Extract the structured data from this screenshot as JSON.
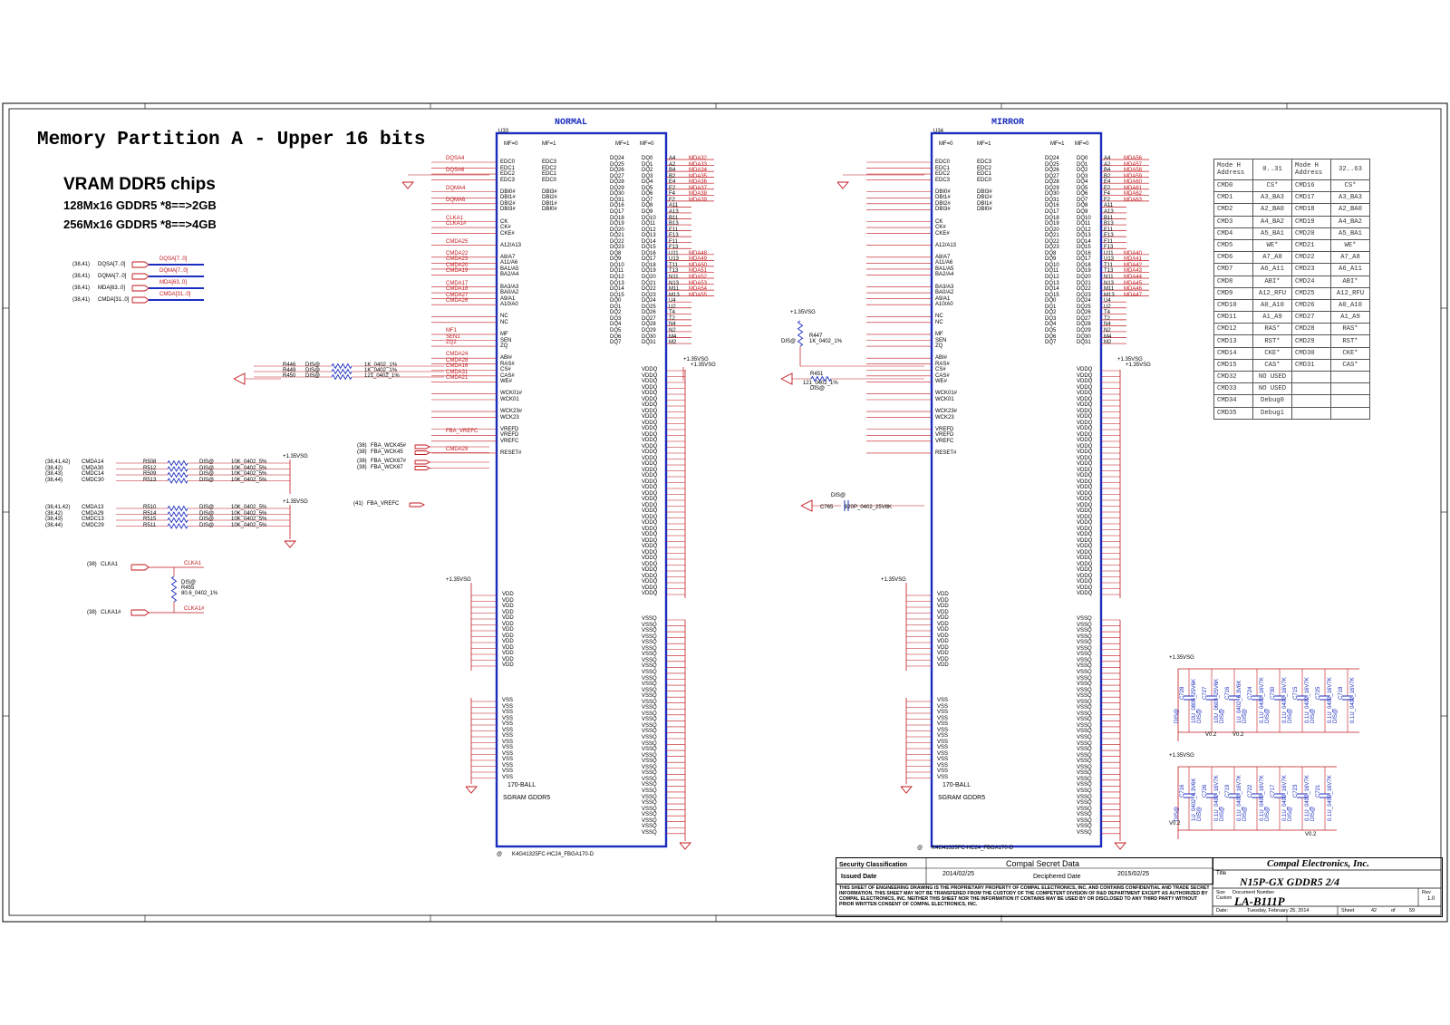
{
  "page_title": "Memory Partition A - Upper 16 bits",
  "vram": {
    "title": "VRAM DDR5 chips",
    "line1": "128Mx16 GDDR5 *8==>2GB",
    "line2": "256Mx16 GDDR5 *8==>4GB"
  },
  "chip_normal": {
    "label": "NORMAL",
    "ref": "U33",
    "mf0": "MF=0",
    "mf1": "MF=1",
    "type": "170-BALL",
    "name": "SGRAM GDDR5",
    "part": "K4G41325FC-HC24_FBGA170-D",
    "at": "@"
  },
  "chip_mirror": {
    "label": "MIRROR",
    "ref": "U34",
    "mf0": "MF=0",
    "mf1": "MF=1",
    "type": "170-BALL",
    "name": "SGRAM GDDR5",
    "part": "K4G41325FC-HC24_FBGA170-D",
    "at": "@"
  },
  "pins": {
    "normal_left_signals": [
      "EDC0",
      "EDC1",
      "EDC2",
      "EDC3",
      "",
      "DBI0#",
      "DBI1#",
      "DBI2#",
      "DBI3#",
      "",
      "CK",
      "CK#",
      "CKE#",
      "",
      "A12/A13",
      "",
      "A8/A7",
      "A11/A6",
      "BA1/A5",
      "BA2/A4",
      "",
      "BA3/A3",
      "BA0/A2",
      "A9/A1",
      "A10/A0",
      "",
      "NC",
      "NC",
      "",
      "MF",
      "SEN",
      "ZQ",
      "",
      "ABI#",
      "RAS#",
      "CS#",
      "CAS#",
      "WE#",
      "",
      "WCK01#",
      "WCK01",
      "",
      "WCK23#",
      "WCK23",
      "",
      "VREFD",
      "VREFD",
      "VREFC",
      "",
      "RESET#"
    ],
    "normal_mf1_signals": [
      "EDC3",
      "EDC2",
      "EDC1",
      "EDC0",
      "",
      "DBI3#",
      "DBI2#",
      "DBI1#",
      "DBI0#"
    ],
    "dq_left": [
      "DQ24",
      "DQ25",
      "DQ26",
      "DQ27",
      "DQ28",
      "DQ29",
      "DQ30",
      "DQ31",
      "DQ16",
      "DQ17",
      "DQ18",
      "DQ19",
      "DQ20",
      "DQ21",
      "DQ22",
      "DQ23",
      "DQ8",
      "DQ9",
      "DQ10",
      "DQ11",
      "DQ12",
      "DQ13",
      "DQ14",
      "DQ15",
      "DQ0",
      "DQ1",
      "DQ2",
      "DQ3",
      "DQ4",
      "DQ5",
      "DQ6",
      "DQ7"
    ],
    "dq_right": [
      "DQ0",
      "DQ1",
      "DQ2",
      "DQ3",
      "DQ4",
      "DQ5",
      "DQ6",
      "DQ7",
      "DQ8",
      "DQ9",
      "DQ10",
      "DQ11",
      "DQ12",
      "DQ13",
      "DQ14",
      "DQ15",
      "DQ16",
      "DQ17",
      "DQ18",
      "DQ19",
      "DQ20",
      "DQ21",
      "DQ22",
      "DQ23",
      "DQ24",
      "DQ25",
      "DQ26",
      "DQ27",
      "DQ28",
      "DQ29",
      "DQ30",
      "DQ31"
    ],
    "ball_right": [
      "A4",
      "A2",
      "B4",
      "B2",
      "E4",
      "E2",
      "F4",
      "F2",
      "A11",
      "A13",
      "B11",
      "B13",
      "E11",
      "E13",
      "F11",
      "F13",
      "U11",
      "U13",
      "T11",
      "T13",
      "N11",
      "N13",
      "M11",
      "M13",
      "U4",
      "U2",
      "T4",
      "T2",
      "N4",
      "N2",
      "M4",
      "M2"
    ],
    "mda_normal": [
      "MDA32",
      "MDA33",
      "MDA34",
      "MDA35",
      "MDA36",
      "MDA37",
      "MDA38",
      "MDA39",
      "",
      "",
      "",
      "",
      "",
      "",
      "",
      "",
      "MDA48",
      "MDA49",
      "MDA50",
      "MDA51",
      "MDA52",
      "MDA53",
      "MDA54",
      "MDA55"
    ],
    "mda_mirror": [
      "MDA56",
      "MDA57",
      "MDA58",
      "MDA59",
      "MDA60",
      "MDA61",
      "MDA62",
      "MDA63",
      "",
      "",
      "",
      "",
      "",
      "",
      "",
      "",
      "MDA40",
      "MDA41",
      "MDA42",
      "MDA43",
      "MDA44",
      "MDA45",
      "MDA46",
      "MDA47"
    ],
    "vddq_label": "VDDQ",
    "vssq_label": "VSSQ",
    "vdd_label": "VDD",
    "vss_label": "VSS"
  },
  "nets_left": {
    "dqsa": "DQSA4",
    "dqsa2": "DQSA6",
    "dqma": "DQMA4",
    "dqma2": "DQMA6",
    "clk": "CLKA1",
    "clkn": "CLKA1#",
    "cmd": [
      "CMDA25",
      "CMDA22",
      "CMDA23",
      "CMDA20",
      "CMDA19",
      "CMDA17",
      "CMDA18",
      "CMDA27",
      "CMDA26"
    ],
    "cmd2": [
      "CMDA24",
      "CMDA28",
      "CMDA16",
      "CMDA31",
      "CMDA21"
    ],
    "wck": [
      "FBA_WCK45#",
      "FBA_WCK45",
      "FBA_WCK67#",
      "FBA_WCK67"
    ],
    "vref": "FBA_VREFC",
    "reset": "CMDA29",
    "mf": [
      "MF1",
      "SEN1",
      "ZQ2"
    ]
  },
  "buses": [
    {
      "ref": "(38,41)",
      "name": "DQSA[7..0]",
      "net": "DQSA[7..0]"
    },
    {
      "ref": "(38,41)",
      "name": "DQMA[7..0]",
      "net": "DQMA[7..0]"
    },
    {
      "ref": "(38,41)",
      "name": "MDA[63..0]",
      "net": "MDA[63..0]"
    },
    {
      "ref": "(38,41)",
      "name": "CMDA[31..0]",
      "net": "CMDA[31..0]"
    }
  ],
  "resistors_top": [
    {
      "ref": "R446",
      "opt": "DIS@",
      "val": "1K_0402_1%"
    },
    {
      "ref": "R449",
      "opt": "DIS@",
      "val": "1K_0402_1%"
    },
    {
      "ref": "R450",
      "opt": "DIS@",
      "val": "121_0402_1%"
    }
  ],
  "cmd_resistors_a": [
    {
      "ref": "(38,41,42)",
      "net": "CMDA14",
      "r": "R508",
      "opt": "DIS@",
      "val": "10K_0402_5%"
    },
    {
      "ref": "(38,42)",
      "net": "CMDA30",
      "r": "R512",
      "opt": "DIS@",
      "val": "10K_0402_5%"
    },
    {
      "ref": "(38,43)",
      "net": "CMDC14",
      "r": "R509",
      "opt": "DIS@",
      "val": "10K_0402_5%"
    },
    {
      "ref": "(38,44)",
      "net": "CMDC30",
      "r": "R513",
      "opt": "DIS@",
      "val": "10K_0402_5%"
    }
  ],
  "cmd_resistors_b": [
    {
      "ref": "(38,41,42)",
      "net": "CMDA13",
      "r": "R510",
      "opt": "DIS@",
      "val": "10K_0402_5%"
    },
    {
      "ref": "(38,42)",
      "net": "CMDA29",
      "r": "R514",
      "opt": "DIS@",
      "val": "10K_0402_5%"
    },
    {
      "ref": "(38,43)",
      "net": "CMDC13",
      "r": "R515",
      "opt": "DIS@",
      "val": "10K_0402_5%"
    },
    {
      "ref": "(38,44)",
      "net": "CMDC29",
      "r": "R511",
      "opt": "DIS@",
      "val": "10K_0402_5%"
    }
  ],
  "rails": {
    "vsg": "+1.35VSG"
  },
  "wck_inputs": [
    {
      "ref": "(38)",
      "net": "FBA_WCK45#"
    },
    {
      "ref": "(38)",
      "net": "FBA_WCK45"
    },
    {
      "ref": "(38)",
      "net": "FBA_WCK67#"
    },
    {
      "ref": "(38)",
      "net": "FBA_WCK67"
    }
  ],
  "vref_input": {
    "ref": "(41)",
    "net": "FBA_VREFC"
  },
  "clk_inputs": [
    {
      "ref": "(38)",
      "net": "CLKA1"
    },
    {
      "ref": "(38)",
      "net": "CLKA1#"
    }
  ],
  "r455": {
    "opt": "DIS@",
    "ref": "R455",
    "val": "80.6_0402_1%"
  },
  "r447": {
    "opt": "DIS@",
    "ref": "R447",
    "val": "1K_0402_1%"
  },
  "r451": {
    "opt": "DIS@",
    "ref": "R451",
    "val": "121_0402_1%"
  },
  "c765": {
    "opt": "DIS@",
    "ref": "C765",
    "val": "820P_0402_25V8K"
  },
  "cmd_table": {
    "header": [
      "Mode H Address",
      "0..31",
      "Mode H Address",
      "32..63"
    ],
    "rows": [
      [
        "CMD0",
        "CS*",
        "CMD16",
        "CS*"
      ],
      [
        "CMD1",
        "A3_BA3",
        "CMD17",
        "A3_BA3"
      ],
      [
        "CMD2",
        "A2_BA0",
        "CMD18",
        "A2_BA0"
      ],
      [
        "CMD3",
        "A4_BA2",
        "CMD19",
        "A4_BA2"
      ],
      [
        "CMD4",
        "A5_BA1",
        "CMD20",
        "A5_BA1"
      ],
      [
        "CMD5",
        "WE*",
        "CMD21",
        "WE*"
      ],
      [
        "CMD6",
        "A7_A8",
        "CMD22",
        "A7_A8"
      ],
      [
        "CMD7",
        "A6_A11",
        "CMD23",
        "A6_A11"
      ],
      [
        "CMD8",
        "ABI*",
        "CMD24",
        "ABI*"
      ],
      [
        "CMD9",
        "A12_RFU",
        "CMD25",
        "A12_RFU"
      ],
      [
        "CMD10",
        "A0_A10",
        "CMD26",
        "A0_A10"
      ],
      [
        "CMD11",
        "A1_A9",
        "CMD27",
        "A1_A9"
      ],
      [
        "CMD12",
        "RAS*",
        "CMD28",
        "RAS*"
      ],
      [
        "CMD13",
        "RST*",
        "CMD29",
        "RST*"
      ],
      [
        "CMD14",
        "CKE*",
        "CMD30",
        "CKE*"
      ],
      [
        "CMD15",
        "CAS*",
        "CMD31",
        "CAS*"
      ],
      [
        "CMD32",
        "NO USED",
        "",
        ""
      ],
      [
        "CMD33",
        "NO USED",
        "",
        ""
      ],
      [
        "CMD34",
        "Debug0",
        "",
        ""
      ],
      [
        "CMD35",
        "Debug1",
        "",
        ""
      ]
    ]
  },
  "caps_top": [
    "C728",
    "C727",
    "C716",
    "C724",
    "C730",
    "C715",
    "C725",
    "C718"
  ],
  "caps_top_val": [
    "10U_0805_25V6K",
    "10U_0603_25V6K",
    "1U_0402_6.3V6K",
    "0.1U_0402_16V7K",
    "0.1U_0402_16V7K",
    "0.1U_0402_16V7K",
    "0.1U_0402_16V7K",
    "0.1U_0402_16V7K"
  ],
  "caps_bot": [
    "C716",
    "C726",
    "C719",
    "C722",
    "C717",
    "C723",
    "C721"
  ],
  "caps_bot_val": [
    "1U_0402_6.3V6K",
    "0.1U_0402_16V7K",
    "0.1U_0402_16V7K",
    "0.1U_0402_16V7K",
    "0.1U_0402_16V7K",
    "0.1U_0402_16V7K",
    "0.1U_0402_16V7K"
  ],
  "cap_opt": "DIS@",
  "cap_notes": [
    "V0.2",
    "V0.2",
    "V0.2",
    "V0.2"
  ],
  "title_block": {
    "sec_class": "Security Classification",
    "secret": "Compal Secret Data",
    "issued_label": "Issued Date",
    "issued": "2014/02/25",
    "deciphered_label": "Deciphered Date",
    "deciphered": "2015/02/25",
    "notice": "THIS SHEET OF ENGINEERING DRAWING IS THE PROPRIETARY PROPERTY OF COMPAL ELECTRONICS, INC. AND CONTAINS CONFIDENTIAL AND TRADE SECRET INFORMATION. THIS SHEET MAY NOT BE TRANSFERED FROM THE CUSTODY OF THE COMPETENT DIVISION OF R&D DEPARTMENT EXCEPT AS AUTHORIZED BY COMPAL ELECTRONICS, INC. NEITHER THIS SHEET NOR THE INFORMATION IT CONTAINS MAY BE USED BY OR DISCLOSED TO ANY THIRD PARTY WITHOUT PRIOR WRITTEN CONSENT OF COMPAL ELECTRONICS, INC.",
    "company": "Compal Electronics, Inc.",
    "title_label": "Title",
    "title": "N15P-GX GDDR5 2/4",
    "size_label": "Size",
    "docnum_label": "Document Number",
    "docnum": "LA-B111P",
    "rev_label": "Rev",
    "rev": "1.0",
    "custom": "Custom",
    "date_label": "Date:",
    "date": "Tuesday, February 25, 2014",
    "sheet_label": "Sheet",
    "sheet": "42",
    "of": "of",
    "total": "59"
  },
  "colors": {
    "wire": "#c0161c",
    "chip": "#1a2dbf",
    "text": "#000000",
    "border": "#000000"
  }
}
